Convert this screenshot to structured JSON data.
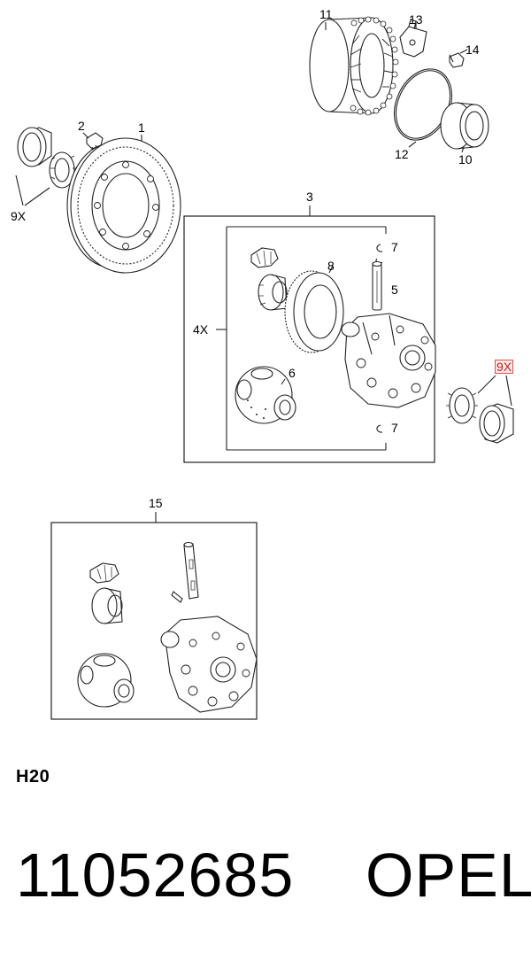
{
  "callouts": {
    "c1": "1",
    "c2": "2",
    "c3": "3",
    "c4x": "4X",
    "c5": "5",
    "c6": "6",
    "c7a": "7",
    "c7b": "7",
    "c8": "8",
    "c9x_left": "9X",
    "c9x_right": "9X",
    "c10": "10",
    "c11": "11",
    "c12": "12",
    "c13": "13",
    "c14": "14",
    "c15": "15"
  },
  "highlight_color": "#e05050",
  "model_code": "H20",
  "part_number": "11052685",
  "brand": "OPEL"
}
